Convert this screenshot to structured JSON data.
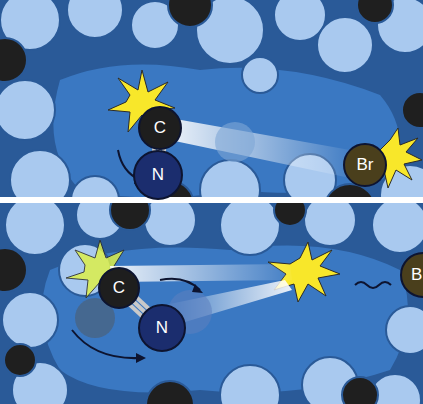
{
  "diagram": {
    "nodes": [
      {
        "text": [
          "C"
        ]
      },
      {
        "text": [
          "N"
        ]
      },
      {
        "text": [
          "Br"
        ]
      },
      {
        "text": [
          "C"
        ]
      },
      {
        "text": [
          "N"
        ]
      },
      {
        "text": [
          "B"
        ]
      }
    ],
    "edges": [
      {
        "from": 0,
        "to": 1,
        "arrow": "none"
      },
      {
        "from": 3,
        "to": 4,
        "arrow": "none"
      }
    ]
  }
}
